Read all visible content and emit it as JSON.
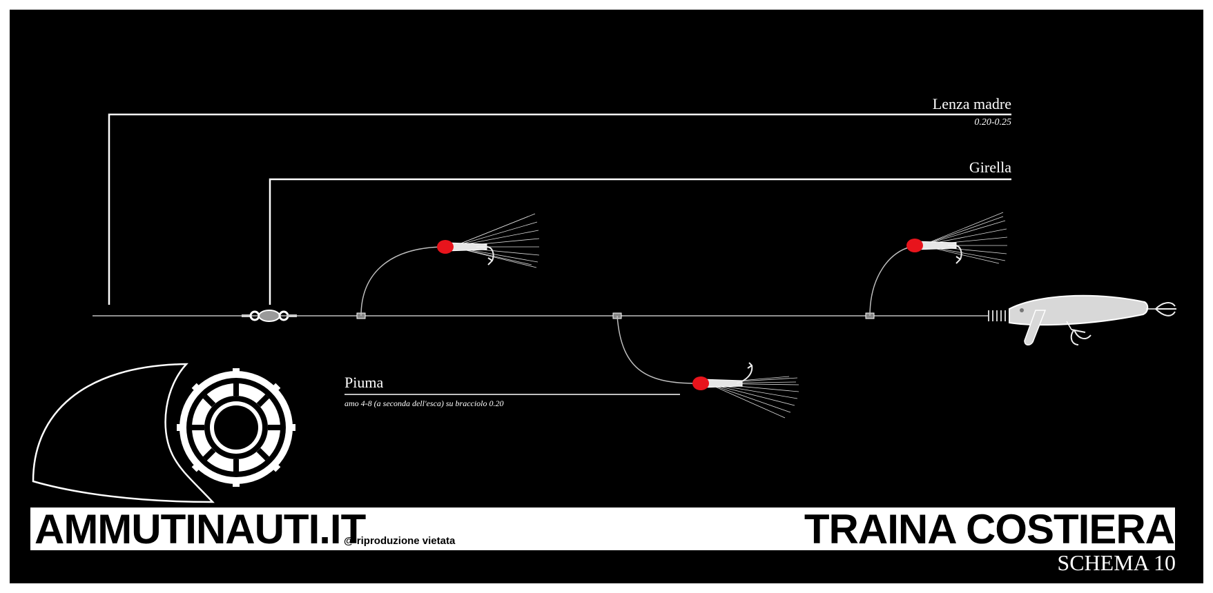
{
  "labels": {
    "lenza_madre": {
      "title": "Lenza madre",
      "spec": "0.20-0.25"
    },
    "girella": {
      "title": "Girella"
    },
    "piuma": {
      "title": "Piuma",
      "spec": "amo 4-8 (a seconda dell'esca) su bracciolo 0.20"
    }
  },
  "brand": {
    "name": "AMMUTINAUTI.IT",
    "rights": "@ riproduzione vietata"
  },
  "title": {
    "main": "TRAINA COSTIERA",
    "sub": "SCHEMA 10"
  },
  "colors": {
    "background": "#000000",
    "line": "#ffffff",
    "bead": "#e8141c",
    "lure": "#d8d8d8"
  },
  "icons": [
    "ship-wheel-logo-icon",
    "swivel-icon",
    "feather-lure-icon",
    "minnow-lure-icon"
  ]
}
